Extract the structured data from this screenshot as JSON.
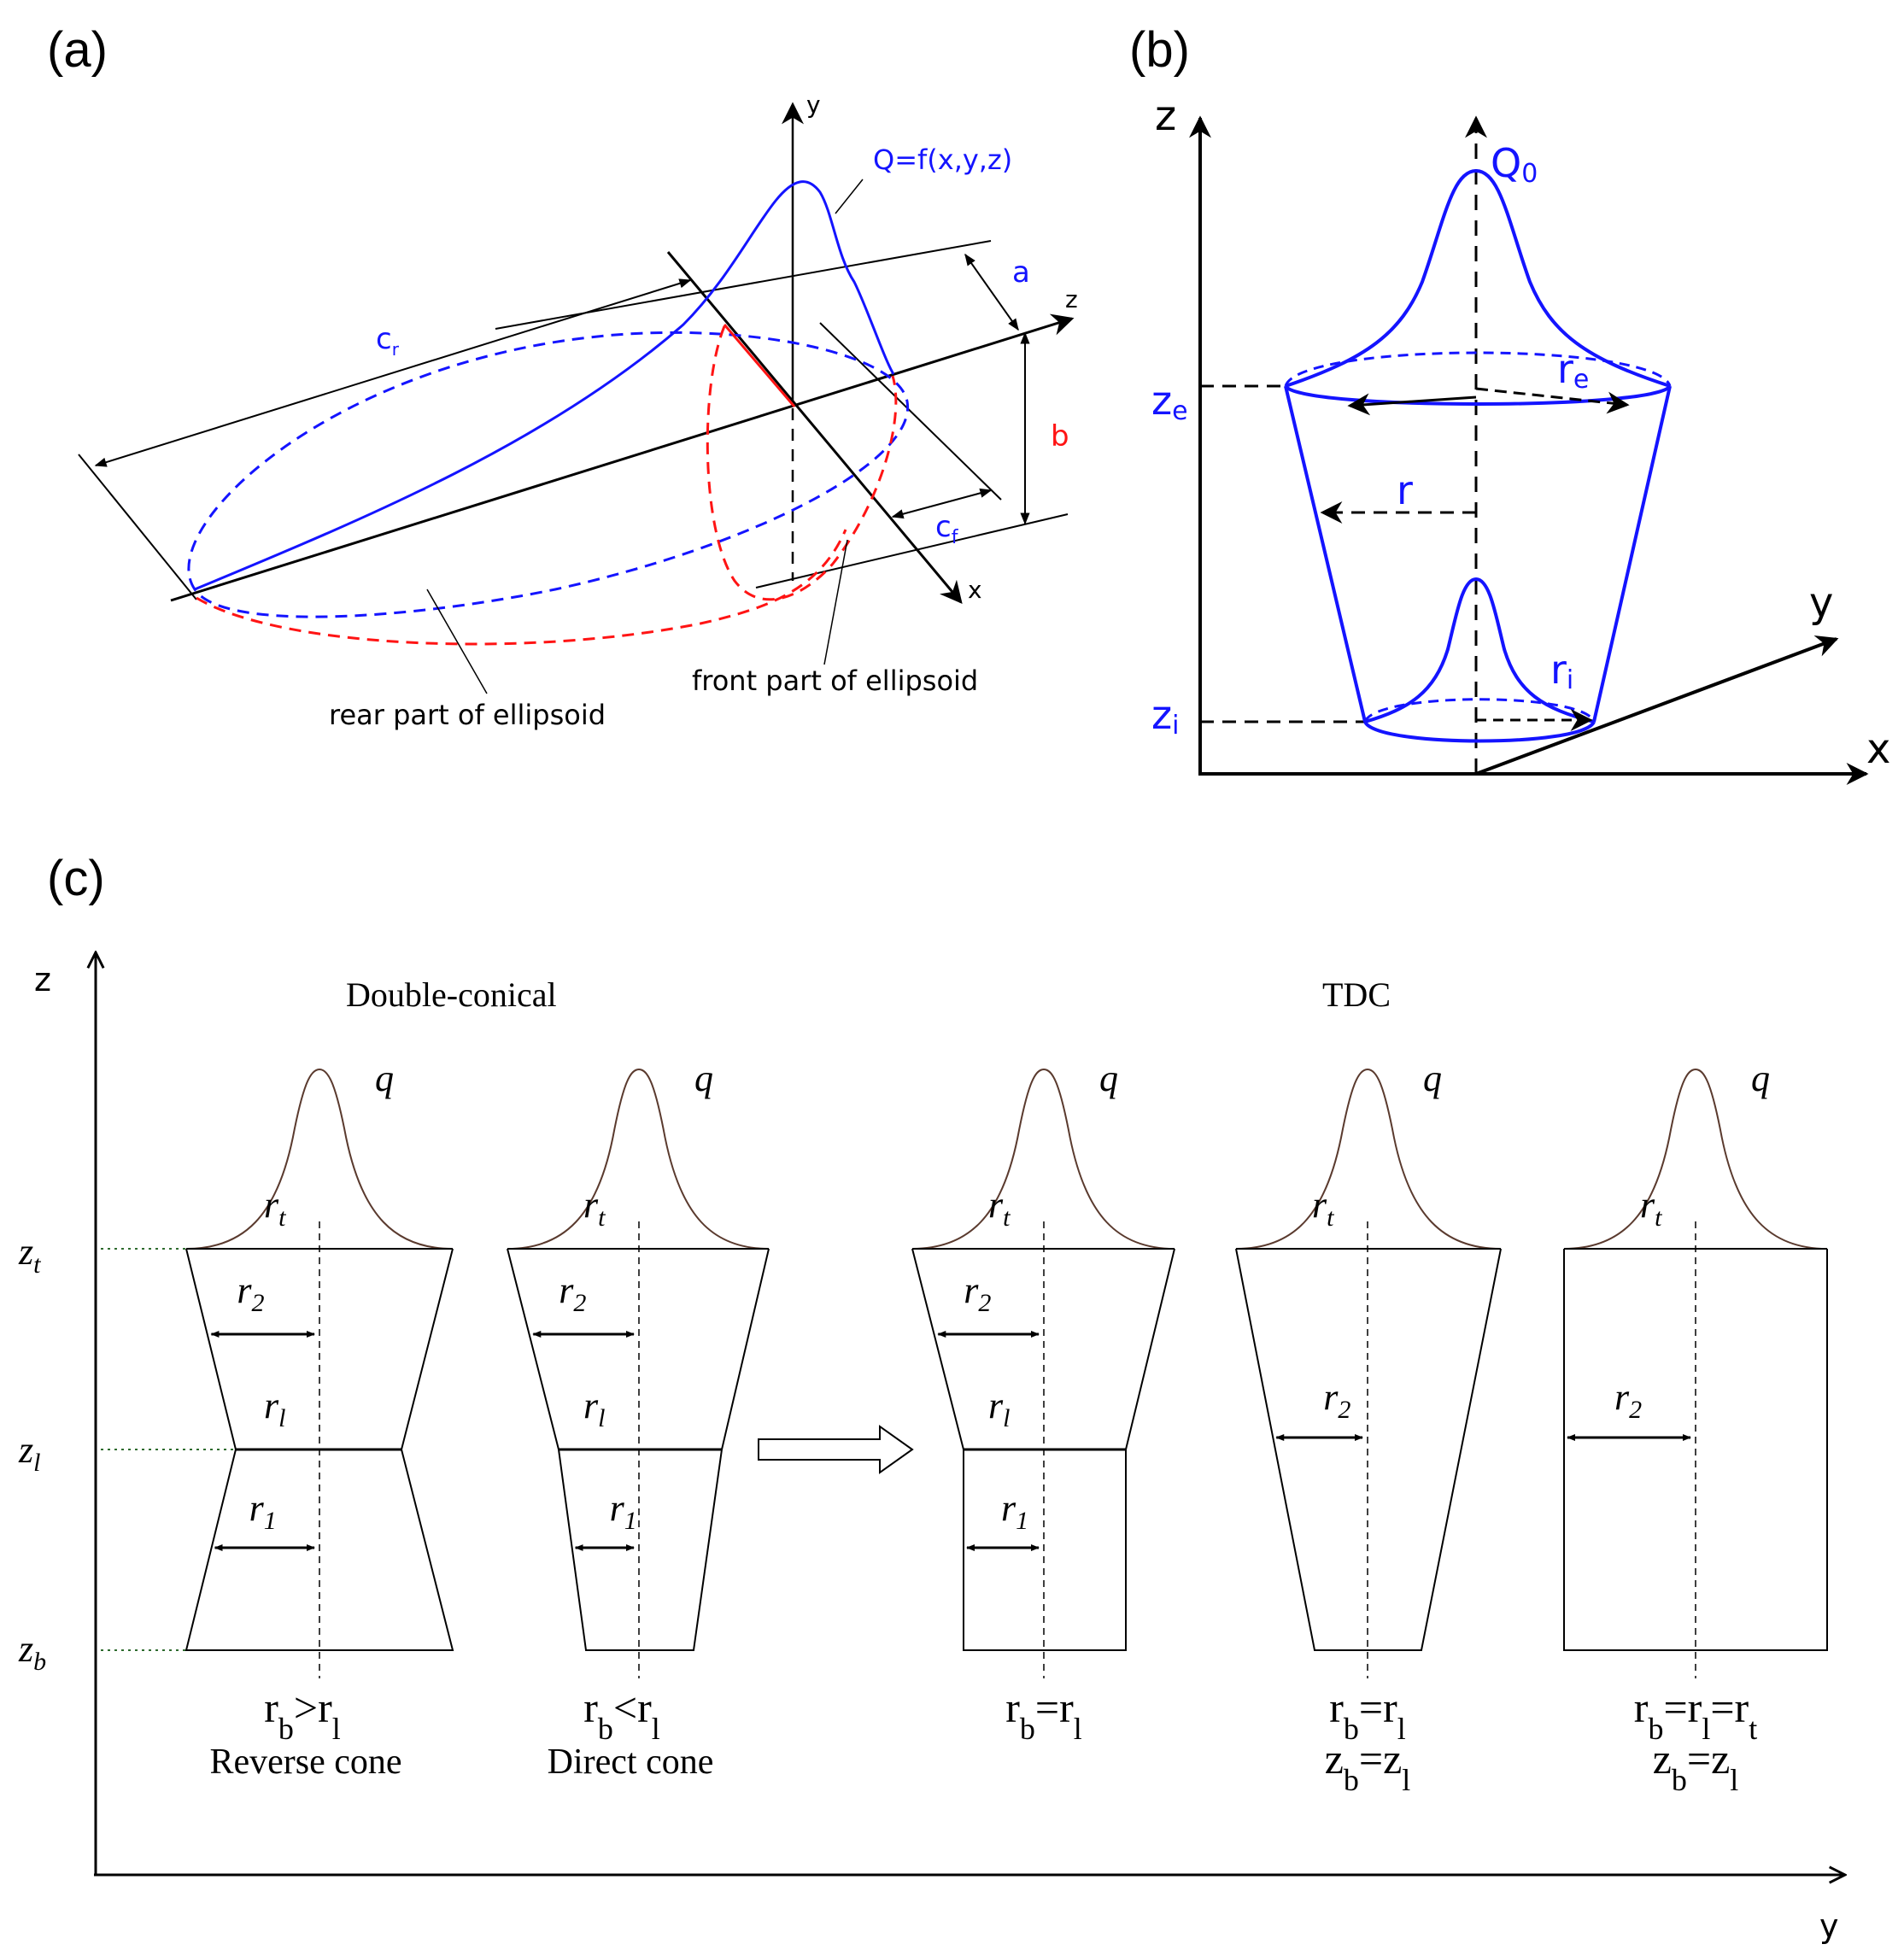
{
  "colors": {
    "blue": "#1414ff",
    "red": "#ff1414",
    "black": "#000000",
    "brown": "#5a3a2e"
  },
  "panel_a": {
    "label": "(a)",
    "axis_y": "y",
    "axis_z": "z",
    "axis_x": "x",
    "func": "Q=f(x,y,z)",
    "dim_a": "a",
    "dim_b": "b",
    "dim_cr": "c",
    "dim_cr_sub": "r",
    "dim_cf": "c",
    "dim_cf_sub": "f",
    "rear_label": "rear part of ellipsoid",
    "front_label": "front part of ellipsoid"
  },
  "panel_b": {
    "label": "(b)",
    "axis_z": "z",
    "axis_y": "y",
    "axis_x": "x",
    "q0": "Q",
    "q0_sub": "0",
    "ze": "z",
    "ze_sub": "e",
    "zi": "z",
    "zi_sub": "i",
    "re": "r",
    "re_sub": "e",
    "ri": "r",
    "ri_sub": "i",
    "r": "r"
  },
  "panel_c": {
    "label": "(c)",
    "axis_z": "z",
    "axis_y": "y",
    "group_left": "Double-conical",
    "group_right": "TDC",
    "zt": "z",
    "zt_sub": "t",
    "zl": "z",
    "zl_sub": "l",
    "zb": "z",
    "zb_sub": "b",
    "q": "q",
    "rt": "r",
    "rt_sub": "t",
    "r2": "r",
    "r2_sub": "2",
    "rl": "r",
    "rl_sub": "l",
    "r1": "r",
    "r1_sub": "1",
    "shapes": [
      {
        "cond1": "rb>rl",
        "cond2": "Reverse cone"
      },
      {
        "cond1": "rb<rl",
        "cond2": "Direct cone"
      },
      {
        "cond1": "rb=rl",
        "cond2": ""
      },
      {
        "cond1": "rb=rl",
        "cond2": "zb=zl"
      },
      {
        "cond1": "rb=rl=rt",
        "cond2": "zb=zl"
      }
    ]
  }
}
